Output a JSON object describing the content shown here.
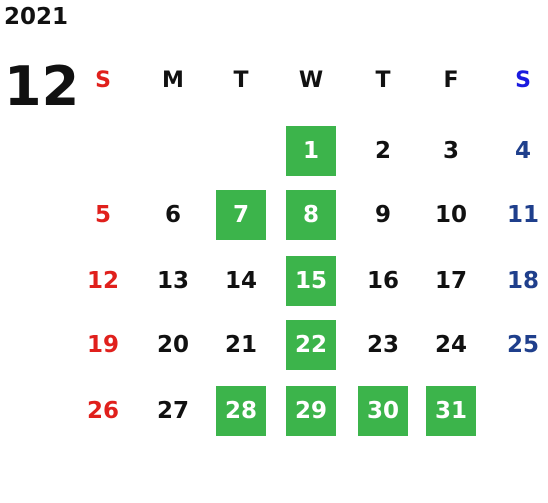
{
  "calendar": {
    "year": "2021",
    "month": "12",
    "weekday_headers": [
      "S",
      "M",
      "T",
      "W",
      "T",
      "F",
      "S"
    ],
    "weeks": [
      [
        "",
        "",
        "",
        "1",
        "2",
        "3",
        "4"
      ],
      [
        "5",
        "6",
        "7",
        "8",
        "9",
        "10",
        "11"
      ],
      [
        "12",
        "13",
        "14",
        "15",
        "16",
        "17",
        "18"
      ],
      [
        "19",
        "20",
        "21",
        "22",
        "23",
        "24",
        "25"
      ],
      [
        "26",
        "27",
        "28",
        "29",
        "30",
        "31",
        ""
      ]
    ],
    "highlighted_days": [
      "1",
      "7",
      "8",
      "15",
      "22",
      "28",
      "29",
      "30",
      "31"
    ]
  },
  "colors": {
    "sunday": "#e0201c",
    "saturday_header": "#1a1adf",
    "saturday": "#1f3f8c",
    "weekday": "#111111",
    "highlight_bg": "#3cb44b",
    "highlight_text": "#ffffff"
  }
}
